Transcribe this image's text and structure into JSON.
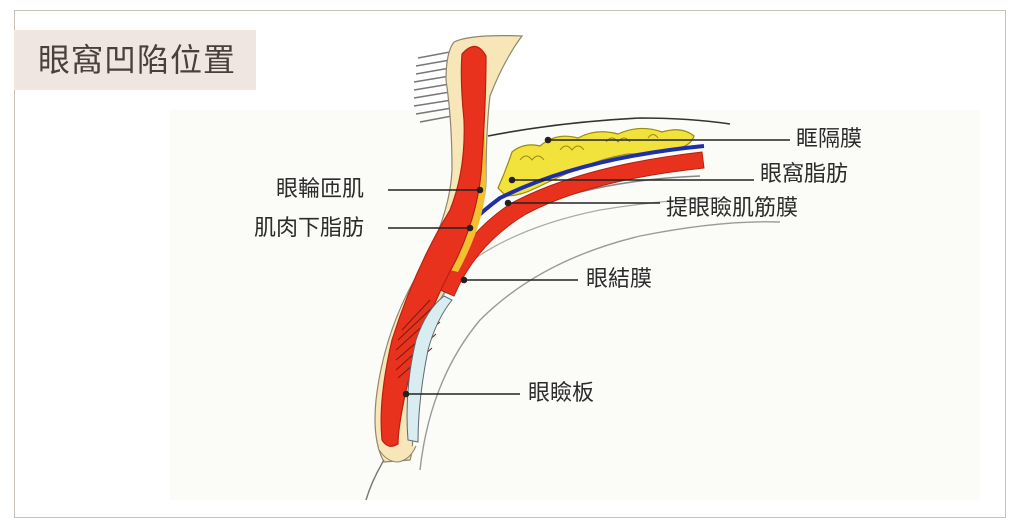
{
  "title": "眼窩凹陷位置",
  "labels": {
    "orbital_septum": "眶隔膜",
    "orbital_fat": "眼窩脂肪",
    "levator_muscle": "提眼瞼肌筋膜",
    "conjunctiva": "眼結膜",
    "tarsal_plate": "眼瞼板",
    "orbicularis": "眼輪匝肌",
    "submuscular_fat": "肌肉下脂肪"
  },
  "colors": {
    "muscle_red": "#e8321e",
    "muscle_edge": "#b82010",
    "fat_yellow": "#f2e23c",
    "fascia_blue": "#1f2fa8",
    "skin_cream": "#f7e7b8",
    "tarsal_blue": "#d9ecf2"
  }
}
